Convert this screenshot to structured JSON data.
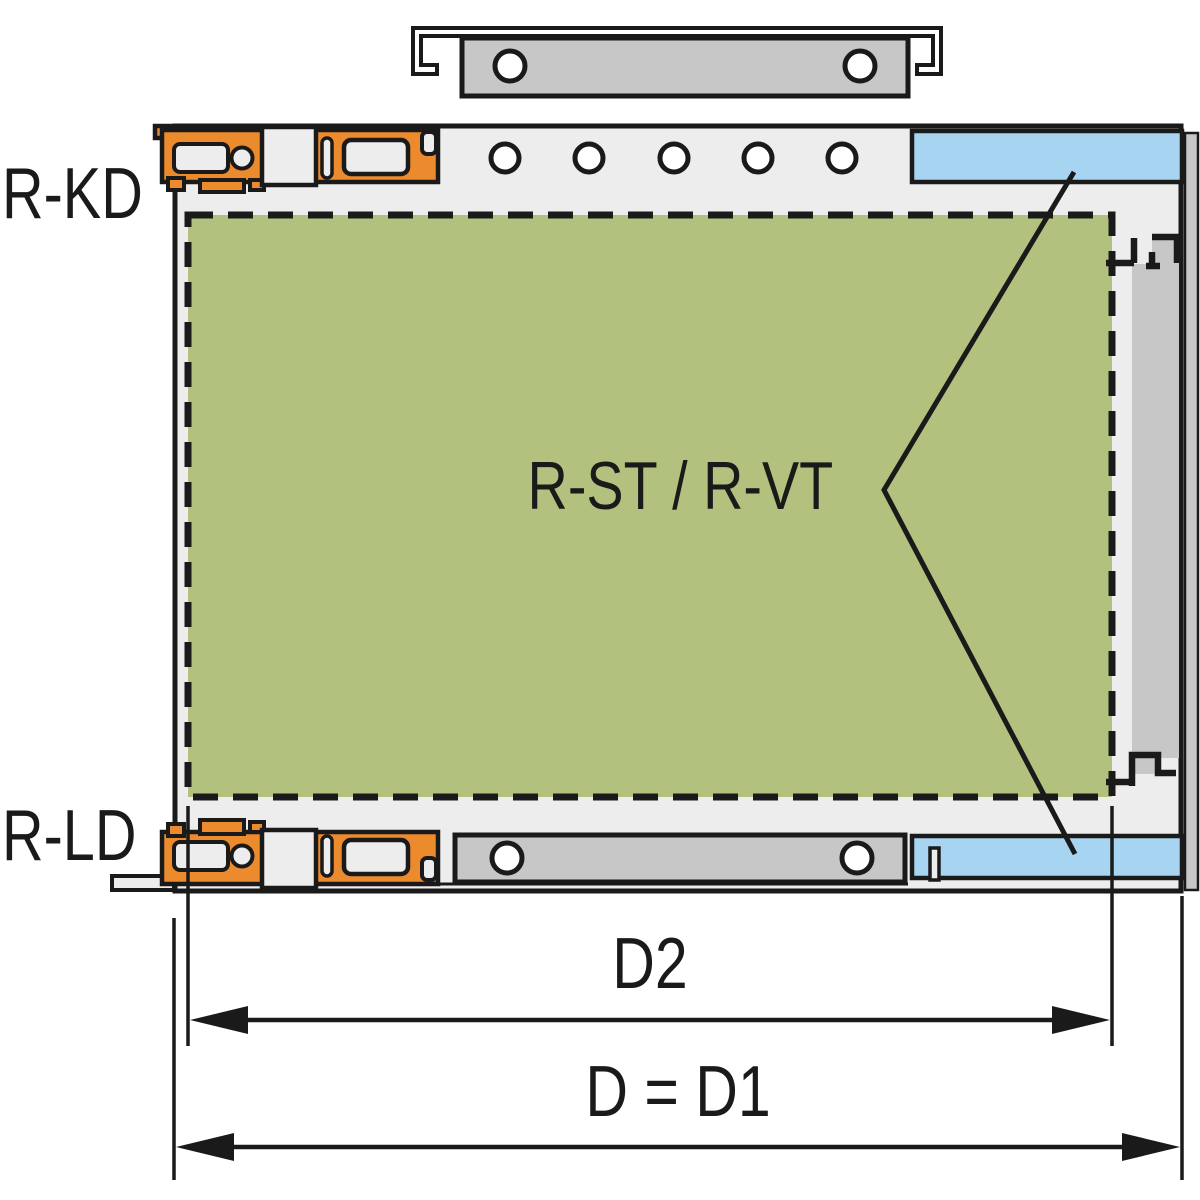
{
  "labels": {
    "top_profile": "R-KD",
    "bottom_profile": "R-LD",
    "board_area": "R-ST / R-VT"
  },
  "dimensions": {
    "inner_depth": "D2",
    "outer_depth": "D = D1"
  },
  "colors": {
    "profile_orange": "#EC8B2D",
    "board_green": "#B3C17E",
    "rail_blue": "#A6D4F1",
    "frame_gray": "#EDEDED",
    "metal_gray": "#C7C7C7",
    "line_black": "#1A1A1A"
  }
}
